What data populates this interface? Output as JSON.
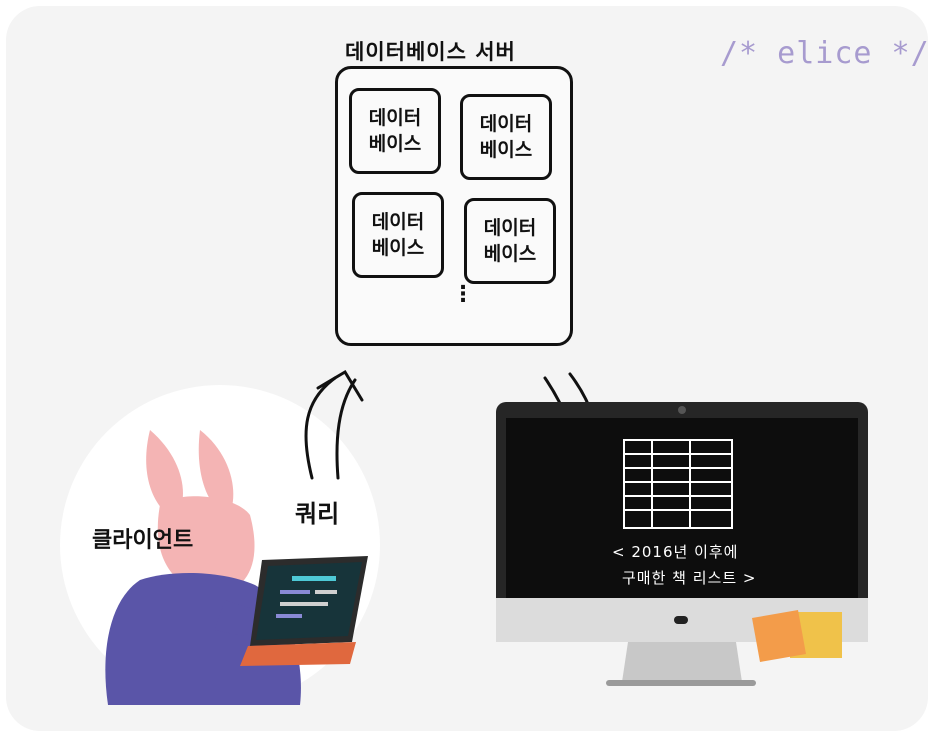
{
  "brand": "/* elice */",
  "server": {
    "title": "데이터베이스 서버",
    "cards": [
      {
        "line1": "데이터",
        "line2": "베이스"
      },
      {
        "line1": "데이터",
        "line2": "베이스"
      },
      {
        "line1": "데이터",
        "line2": "베이스"
      },
      {
        "line1": "데이터",
        "line2": "베이스"
      }
    ],
    "more": "⋮"
  },
  "client": {
    "label": "클라이언트"
  },
  "query": {
    "label": "쿼리"
  },
  "monitor": {
    "caption_line1": "< 2016년 이후에",
    "caption_line2": "구매한 책 리스트 >"
  },
  "colors": {
    "background": "#f4f4f4",
    "brand": "#a79bcf",
    "rabbit": "#f4b4b4",
    "sweater": "#5a55a8",
    "monitor_screen": "#0d0d0d",
    "sticky_orange": "#f39c4a",
    "sticky_yellow": "#f0c24a"
  }
}
